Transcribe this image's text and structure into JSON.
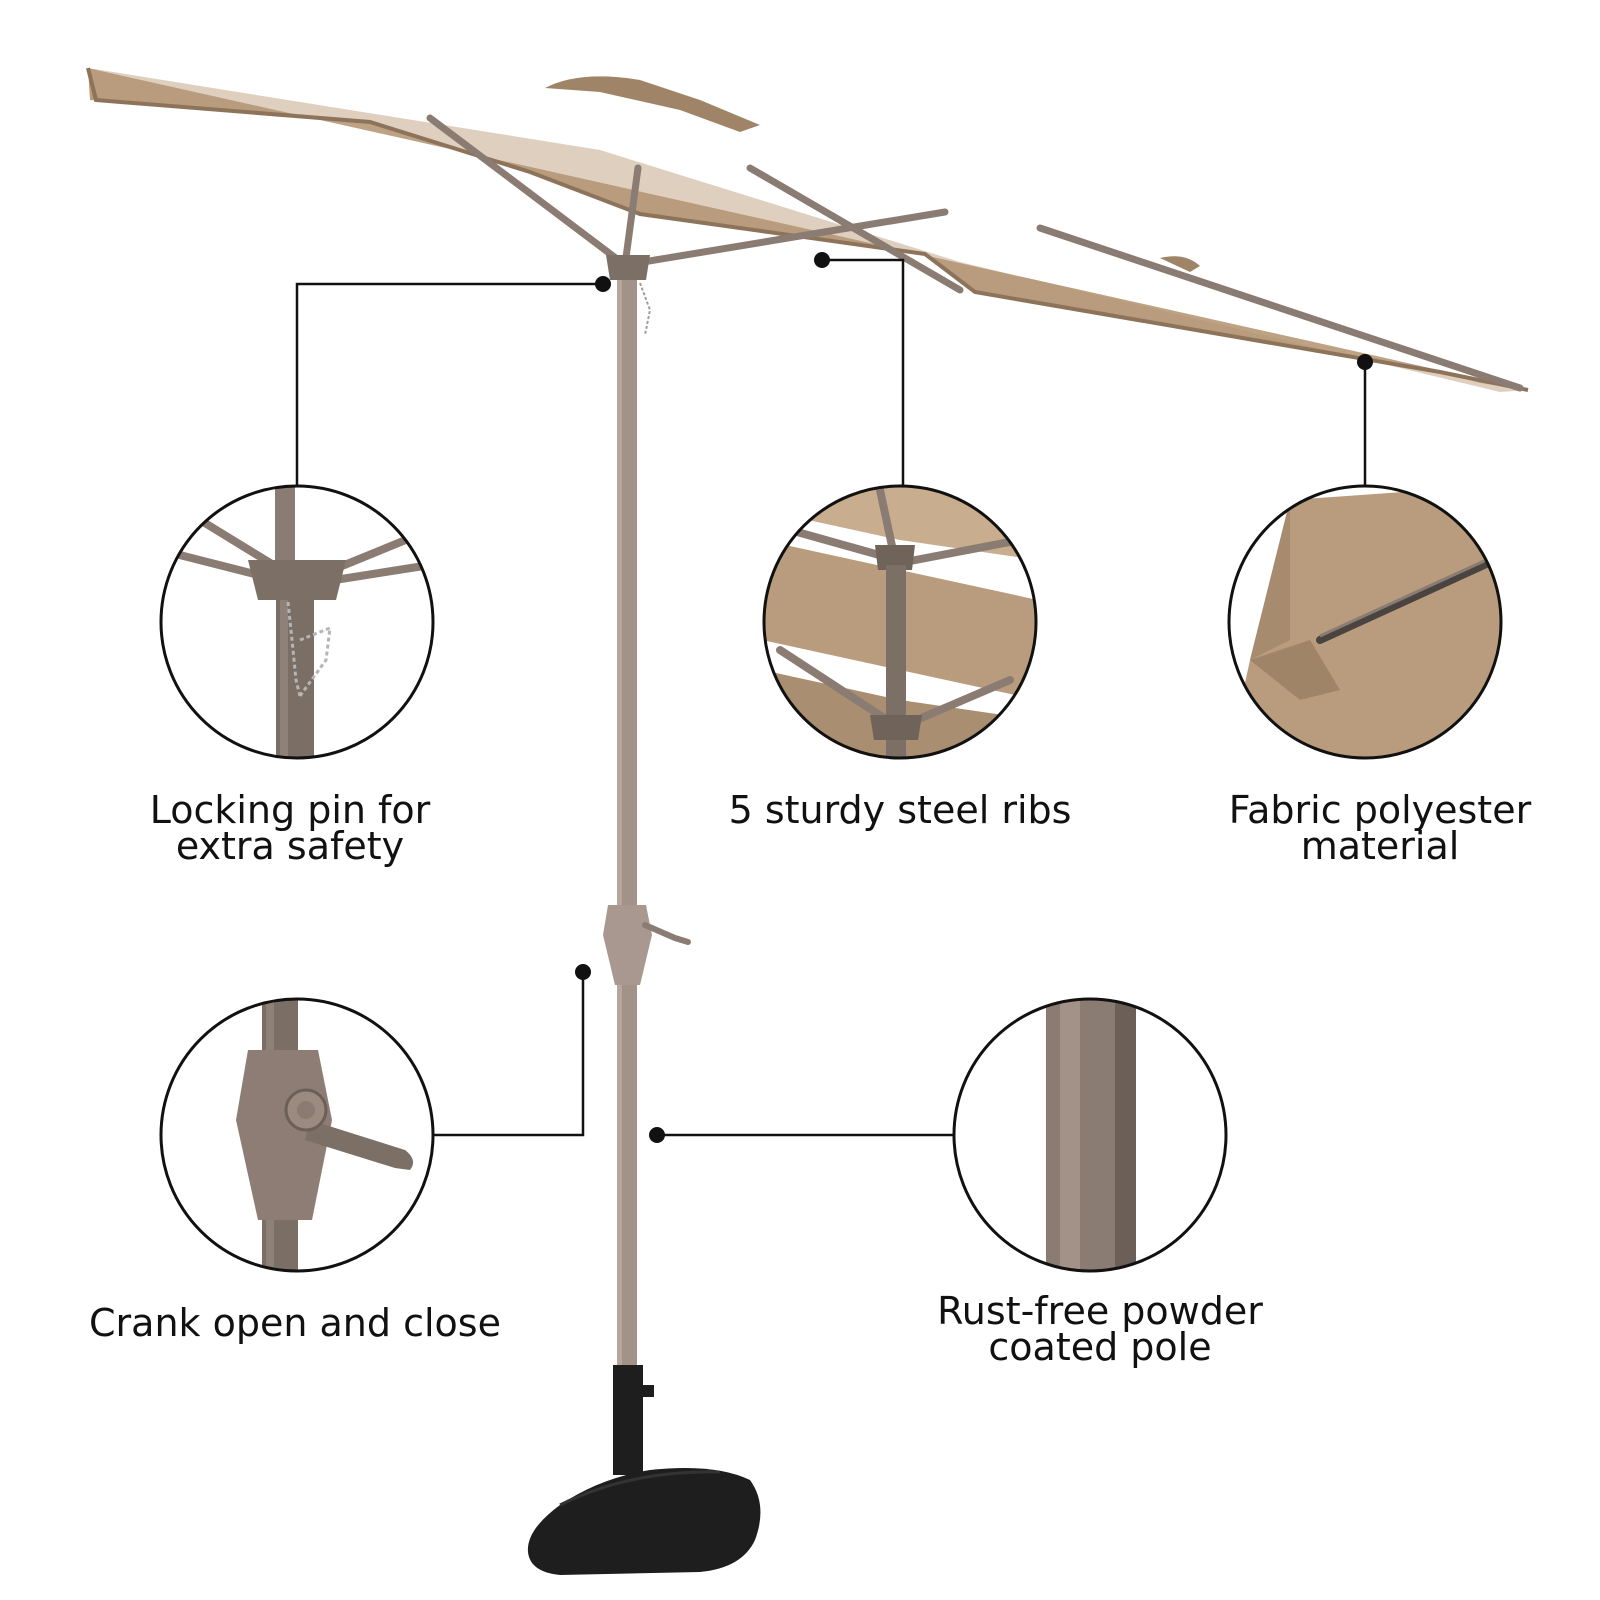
{
  "colors": {
    "canopy": "#b89c7d",
    "canopy_shadow": "#9f8467",
    "canopy_edge": "#8c735a",
    "frame": "#8a7c72",
    "frame_dark": "#6b5f57",
    "pole": "#a39288",
    "base": "#1e1e1e",
    "callout_line": "#111111"
  },
  "features": [
    {
      "key": "locking",
      "lines": [
        "Locking pin for",
        "extra safety"
      ]
    },
    {
      "key": "ribs",
      "lines": [
        "5 sturdy steel ribs"
      ]
    },
    {
      "key": "fabric",
      "lines": [
        "Fabric polyester",
        "material"
      ]
    },
    {
      "key": "crank",
      "lines": [
        "Crank open and close"
      ]
    },
    {
      "key": "pole",
      "lines": [
        "Rust-free powder",
        "coated pole"
      ]
    }
  ]
}
